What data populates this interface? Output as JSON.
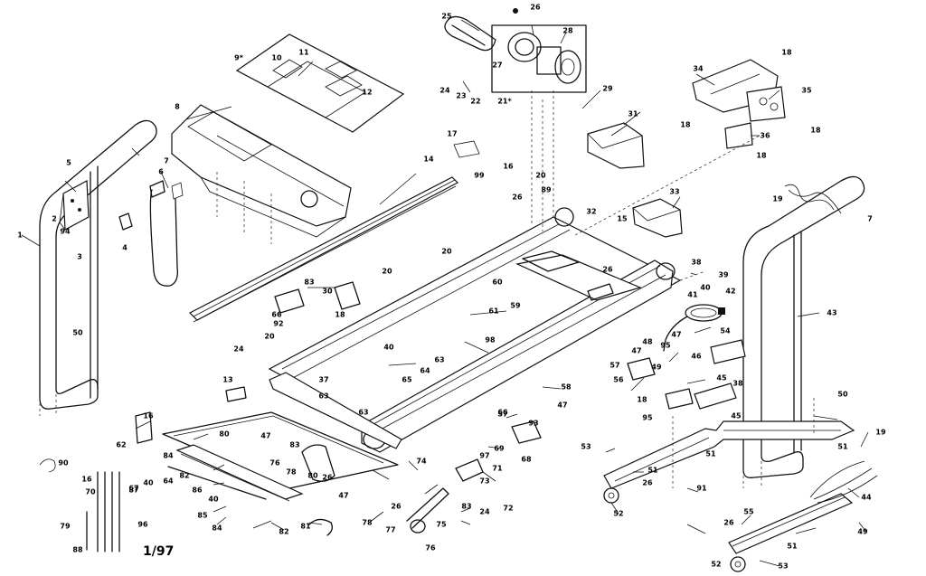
{
  "diagram": {
    "date_stamp": "1/97",
    "callouts": [
      {
        "id": "c1",
        "text": "1"
      },
      {
        "id": "c2",
        "text": "2"
      },
      {
        "id": "c3",
        "text": "3"
      },
      {
        "id": "c4",
        "text": "4"
      },
      {
        "id": "c5",
        "text": "5"
      },
      {
        "id": "c6",
        "text": "6"
      },
      {
        "id": "c7",
        "text": "7"
      },
      {
        "id": "c7b",
        "text": "7"
      },
      {
        "id": "c8",
        "text": "8"
      },
      {
        "id": "c9",
        "text": "9*"
      },
      {
        "id": "c10",
        "text": "10"
      },
      {
        "id": "c11",
        "text": "11"
      },
      {
        "id": "c12",
        "text": "12"
      },
      {
        "id": "c13",
        "text": "13"
      },
      {
        "id": "c14",
        "text": "14"
      },
      {
        "id": "c15",
        "text": "15"
      },
      {
        "id": "c16",
        "text": "16"
      },
      {
        "id": "c16b",
        "text": "16"
      },
      {
        "id": "c16c",
        "text": "16"
      },
      {
        "id": "c17",
        "text": "17"
      },
      {
        "id": "c18",
        "text": "18"
      },
      {
        "id": "c18b",
        "text": "18"
      },
      {
        "id": "c18c",
        "text": "18"
      },
      {
        "id": "c18d",
        "text": "18"
      },
      {
        "id": "c18e",
        "text": "18"
      },
      {
        "id": "c18f",
        "text": "18"
      },
      {
        "id": "c19",
        "text": "19"
      },
      {
        "id": "c19b",
        "text": "19"
      },
      {
        "id": "c20",
        "text": "20"
      },
      {
        "id": "c20b",
        "text": "20"
      },
      {
        "id": "c20c",
        "text": "20"
      },
      {
        "id": "c20d",
        "text": "20"
      },
      {
        "id": "c21",
        "text": "21*"
      },
      {
        "id": "c22",
        "text": "22"
      },
      {
        "id": "c23",
        "text": "23"
      },
      {
        "id": "c24",
        "text": "24"
      },
      {
        "id": "c24b",
        "text": "24"
      },
      {
        "id": "c24c",
        "text": "24"
      },
      {
        "id": "c25",
        "text": "25"
      },
      {
        "id": "c26",
        "text": "26"
      },
      {
        "id": "c26b",
        "text": "26"
      },
      {
        "id": "c26c",
        "text": "26"
      },
      {
        "id": "c26d",
        "text": "26"
      },
      {
        "id": "c26e",
        "text": "26"
      },
      {
        "id": "c26f",
        "text": "26"
      },
      {
        "id": "c26g",
        "text": "26"
      },
      {
        "id": "c27",
        "text": "27"
      },
      {
        "id": "c28",
        "text": "28"
      },
      {
        "id": "c29",
        "text": "29"
      },
      {
        "id": "c30",
        "text": "30"
      },
      {
        "id": "c31",
        "text": "31"
      },
      {
        "id": "c32",
        "text": "32"
      },
      {
        "id": "c33",
        "text": "33"
      },
      {
        "id": "c34",
        "text": "34"
      },
      {
        "id": "c35",
        "text": "35"
      },
      {
        "id": "c36",
        "text": "36"
      },
      {
        "id": "c37",
        "text": "37"
      },
      {
        "id": "c38",
        "text": "38"
      },
      {
        "id": "c38b",
        "text": "38"
      },
      {
        "id": "c39",
        "text": "39"
      },
      {
        "id": "c40",
        "text": "40"
      },
      {
        "id": "c40b",
        "text": "40"
      },
      {
        "id": "c40c",
        "text": "40"
      },
      {
        "id": "c40d",
        "text": "40"
      },
      {
        "id": "c41",
        "text": "41"
      },
      {
        "id": "c42",
        "text": "42"
      },
      {
        "id": "c43",
        "text": "43"
      },
      {
        "id": "c44",
        "text": "44"
      },
      {
        "id": "c45",
        "text": "45"
      },
      {
        "id": "c45b",
        "text": "45"
      },
      {
        "id": "c46",
        "text": "46"
      },
      {
        "id": "c47",
        "text": "47"
      },
      {
        "id": "c47b",
        "text": "47"
      },
      {
        "id": "c47c",
        "text": "47"
      },
      {
        "id": "c47d",
        "text": "47"
      },
      {
        "id": "c47e",
        "text": "47"
      },
      {
        "id": "c48",
        "text": "48"
      },
      {
        "id": "c49",
        "text": "49"
      },
      {
        "id": "c49b",
        "text": "49"
      },
      {
        "id": "c50",
        "text": "50"
      },
      {
        "id": "c50b",
        "text": "50"
      },
      {
        "id": "c51",
        "text": "51"
      },
      {
        "id": "c51b",
        "text": "51"
      },
      {
        "id": "c51c",
        "text": "51"
      },
      {
        "id": "c51d",
        "text": "51"
      },
      {
        "id": "c52",
        "text": "52"
      },
      {
        "id": "c52b",
        "text": "52"
      },
      {
        "id": "c53",
        "text": "53"
      },
      {
        "id": "c53b",
        "text": "53"
      },
      {
        "id": "c54",
        "text": "54"
      },
      {
        "id": "c55",
        "text": "55"
      },
      {
        "id": "c56",
        "text": "56"
      },
      {
        "id": "c57",
        "text": "57"
      },
      {
        "id": "c57b",
        "text": "57"
      },
      {
        "id": "c58",
        "text": "58"
      },
      {
        "id": "c59",
        "text": "59"
      },
      {
        "id": "c60",
        "text": "60"
      },
      {
        "id": "c61",
        "text": "61"
      },
      {
        "id": "c62",
        "text": "62"
      },
      {
        "id": "c63",
        "text": "63"
      },
      {
        "id": "c63b",
        "text": "63"
      },
      {
        "id": "c63c",
        "text": "63"
      },
      {
        "id": "c64",
        "text": "64"
      },
      {
        "id": "c64b",
        "text": "64"
      },
      {
        "id": "c65",
        "text": "65"
      },
      {
        "id": "c66",
        "text": "66"
      },
      {
        "id": "c66b",
        "text": "66"
      },
      {
        "id": "c67",
        "text": "67"
      },
      {
        "id": "c68",
        "text": "68"
      },
      {
        "id": "c69",
        "text": "69"
      },
      {
        "id": "c70",
        "text": "70"
      },
      {
        "id": "c71",
        "text": "71"
      },
      {
        "id": "c72",
        "text": "72"
      },
      {
        "id": "c73",
        "text": "73"
      },
      {
        "id": "c74",
        "text": "74"
      },
      {
        "id": "c75",
        "text": "75"
      },
      {
        "id": "c76",
        "text": "76"
      },
      {
        "id": "c76b",
        "text": "76"
      },
      {
        "id": "c77",
        "text": "77"
      },
      {
        "id": "c78",
        "text": "78"
      },
      {
        "id": "c78b",
        "text": "78"
      },
      {
        "id": "c79",
        "text": "79"
      },
      {
        "id": "c80",
        "text": "80"
      },
      {
        "id": "c80b",
        "text": "80"
      },
      {
        "id": "c81",
        "text": "81"
      },
      {
        "id": "c82",
        "text": "82"
      },
      {
        "id": "c82b",
        "text": "82"
      },
      {
        "id": "c83",
        "text": "83"
      },
      {
        "id": "c83b",
        "text": "83"
      },
      {
        "id": "c83c",
        "text": "83"
      },
      {
        "id": "c84",
        "text": "84"
      },
      {
        "id": "c84b",
        "text": "84"
      },
      {
        "id": "c85",
        "text": "85"
      },
      {
        "id": "c86",
        "text": "86"
      },
      {
        "id": "c87",
        "text": "87"
      },
      {
        "id": "c88",
        "text": "88"
      },
      {
        "id": "c89",
        "text": "89"
      },
      {
        "id": "c90",
        "text": "90"
      },
      {
        "id": "c91",
        "text": "91"
      },
      {
        "id": "c92",
        "text": "92"
      },
      {
        "id": "c93",
        "text": "93"
      },
      {
        "id": "c94",
        "text": "94"
      },
      {
        "id": "c95",
        "text": "95"
      },
      {
        "id": "c95b",
        "text": "95"
      },
      {
        "id": "c96",
        "text": "96"
      },
      {
        "id": "c97",
        "text": "97"
      },
      {
        "id": "c98",
        "text": "98"
      },
      {
        "id": "c99",
        "text": "99"
      }
    ]
  }
}
